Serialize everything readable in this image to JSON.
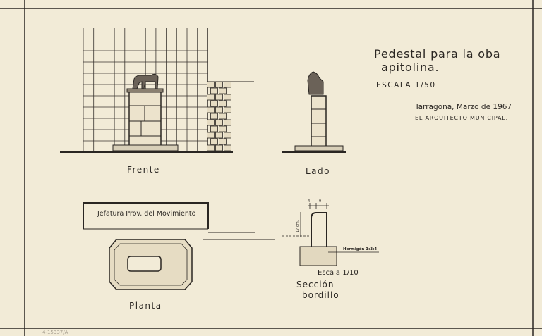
{
  "title": {
    "line1": "Pedestal para la  oba",
    "line2": "apitolina.",
    "scale": "ESCALA 1/50",
    "place_date": "Tarragona, Marzo de 1967",
    "signature": "EL ARQUITECTO MUNICIPAL,"
  },
  "views": {
    "front": "Frente",
    "side": "Lado",
    "plan": "Planta",
    "plan_building": "Jefatura  Prov.  del  Movimiento"
  },
  "section": {
    "dim_top_a": "4",
    "dim_top_b": "9",
    "dim_height": "17 cm.",
    "material": "Hormigón  1:3:4",
    "scale": "Escala   1/10",
    "title_line1": "Sección",
    "title_line2": "bordillo"
  },
  "archive_stamp": "4-15337/A",
  "colors": {
    "paper": "#f2ebd7",
    "ink": "#2a2622"
  }
}
